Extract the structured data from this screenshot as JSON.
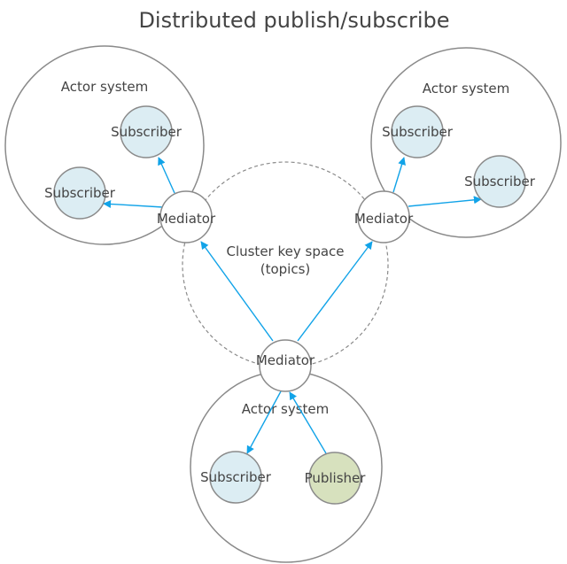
{
  "title": "Distributed publish/subscribe",
  "colors": {
    "subscriber_fill": "#dcedf3",
    "publisher_fill": "#d7e1be",
    "mediator_fill": "#ffffff",
    "arrow": "#11a3e8",
    "outline": "#8a8a8a"
  },
  "keyspace": {
    "label_line1": "Cluster key space",
    "label_line2": "(topics)"
  },
  "systems": [
    {
      "label": "Actor system",
      "mediator": "Mediator",
      "members": [
        {
          "role": "subscriber",
          "label": "Subscriber"
        },
        {
          "role": "subscriber",
          "label": "Subscriber"
        }
      ]
    },
    {
      "label": "Actor system",
      "mediator": "Mediator",
      "members": [
        {
          "role": "subscriber",
          "label": "Subscriber"
        },
        {
          "role": "subscriber",
          "label": "Subscriber"
        }
      ]
    },
    {
      "label": "Actor system",
      "mediator": "Mediator",
      "members": [
        {
          "role": "subscriber",
          "label": "Subscriber"
        },
        {
          "role": "publisher",
          "label": "Publisher"
        }
      ]
    }
  ]
}
